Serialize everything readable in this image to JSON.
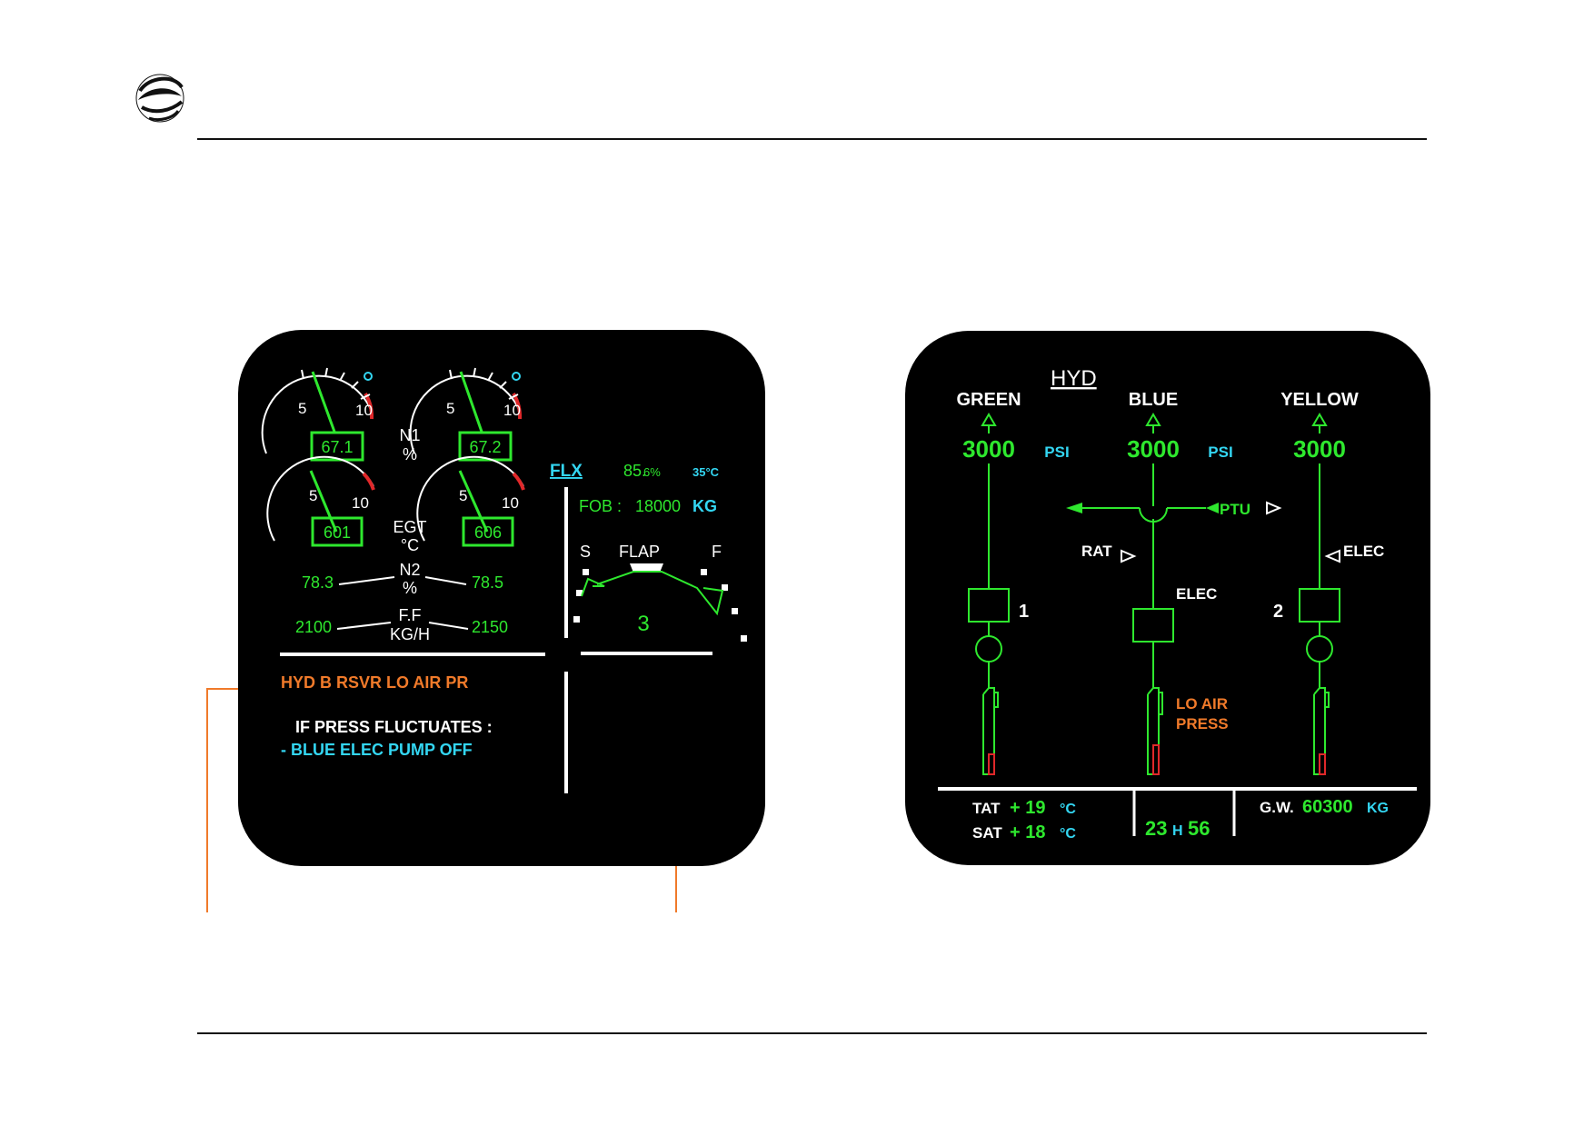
{
  "ewd": {
    "n1_left": "67.1",
    "n1_right": "67.2",
    "n1_label": "N1",
    "n1_unit": "%",
    "egt_left": "601",
    "egt_right": "606",
    "egt_label": "EGT",
    "egt_unit": "°C",
    "scale_5": "5",
    "scale_10": "10",
    "n2_left": "78.3",
    "n2_right": "78.5",
    "n2_label": "N2",
    "n2_unit": "%",
    "ff_left": "2100",
    "ff_right": "2150",
    "ff_label": "F.F",
    "ff_unit": "KG/H",
    "thrust_mode": "FLX",
    "thrust_limit": "85.",
    "thrust_limit_dec": "6%",
    "flex_temp": "35°C",
    "fob_label": "FOB :",
    "fob_value": "18000",
    "fob_unit": "KG",
    "flap_label": "FLAP",
    "slat_letter": "S",
    "flap_letter": "F",
    "flap_config": "3",
    "warning_title": "HYD B RSVR LO AIR PR",
    "warning_condition": "IF PRESS FLUCTUATES :",
    "warning_action": "- BLUE ELEC PUMP  OFF"
  },
  "sd": {
    "page_title": "HYD",
    "systems": [
      {
        "name": "GREEN",
        "pressure": "3000"
      },
      {
        "name": "BLUE",
        "pressure": "3000"
      },
      {
        "name": "YELLOW",
        "pressure": "3000"
      }
    ],
    "psi_unit": "PSI",
    "ptu_label": "PTU",
    "rat_label": "RAT",
    "elec_blue_label": "ELEC",
    "elec_yellow_label": "ELEC",
    "pump_1_label": "1",
    "pump_2_label": "2",
    "lo_air_line1": "LO AIR",
    "lo_air_line2": "PRESS",
    "tat_label": "TAT",
    "tat_value": "+ 19",
    "sat_label": "SAT",
    "sat_value": "+ 18",
    "temp_unit": "°C",
    "utc_hours": "23",
    "utc_sep": "H",
    "utc_minutes": "56",
    "gw_label": "G.W.",
    "gw_value": "60300",
    "gw_unit": "KG"
  },
  "colors": {
    "green": "#2ee82e",
    "cyan": "#33d6f2",
    "amber": "#f07a2a",
    "white": "#ffffff",
    "red": "#e0282a"
  }
}
